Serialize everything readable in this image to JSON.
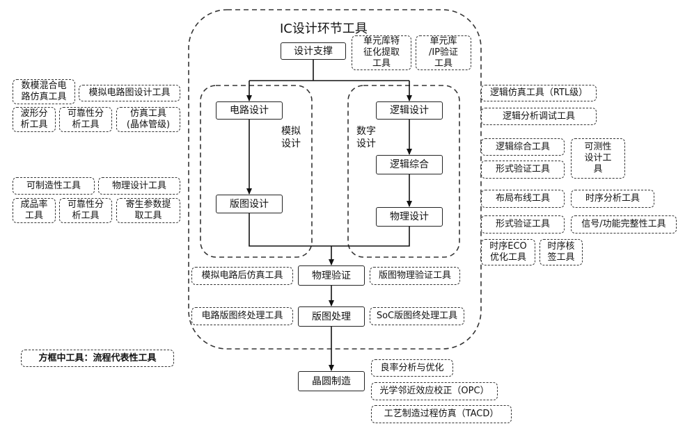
{
  "title": "IC设计环节工具",
  "flow": {
    "design_support": "设计支撑",
    "circuit_design": "电路设计",
    "layout_design": "版图设计",
    "logic_design": "逻辑设计",
    "logic_synthesis": "逻辑综合",
    "physical_design": "物理设计",
    "physical_verification": "物理验证",
    "layout_processing": "版图处理",
    "wafer_manufacturing": "晶圆制造"
  },
  "region_labels": {
    "analog": "模拟\n设计",
    "digital": "数字\n设计"
  },
  "support_tools": [
    "单元库特\n征化提取\n工具",
    "单元库\n/IP验证\n工具"
  ],
  "analog_tools_top": [
    "数模混合电\n路仿真工具",
    "模拟电路图设计工具",
    "波形分\n析工具",
    "可靠性分\n析工具",
    "仿真工具\n(晶体管级)"
  ],
  "analog_tools_bottom": [
    "可制造性工具",
    "物理设计工具",
    "成品率\n工具",
    "可靠性分\n析工具",
    "寄生参数提\n取工具"
  ],
  "digital_tools": [
    "逻辑仿真工具（RTL级）",
    "逻辑分析调试工具",
    "逻辑综合工具",
    "形式验证工具",
    "可测性\n设计工\n具",
    "布局布线工具",
    "时序分析工具",
    "形式验证工具",
    "信号/功能完整性工具",
    "时序ECO\n优化工具",
    "时序核\n签工具"
  ],
  "verification_tools": [
    "模拟电路后仿真工具",
    "版图物理验证工具"
  ],
  "processing_tools": [
    "电路版图终处理工具",
    "SoC版图终处理工具"
  ],
  "fab_tools": [
    "良率分析与优化",
    "光学邻近效应校正（OPC）",
    "工艺制造过程仿真（TACD）"
  ],
  "legend": "方框中工具：流程代表性工具"
}
